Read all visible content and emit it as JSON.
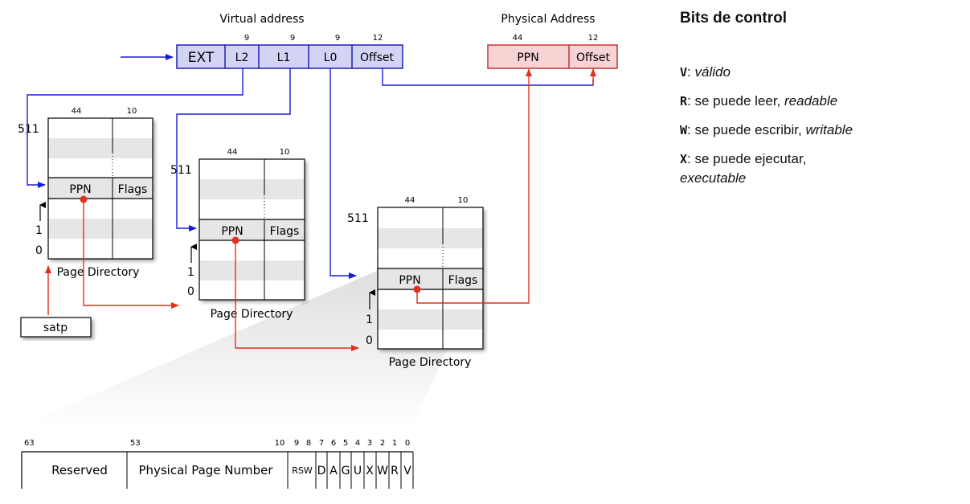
{
  "virtual_address": {
    "title": "Virtual address",
    "fields": [
      {
        "label": "EXT",
        "bits": ""
      },
      {
        "label": "L2",
        "bits": "9"
      },
      {
        "label": "L1",
        "bits": "9"
      },
      {
        "label": "L0",
        "bits": "9"
      },
      {
        "label": "Offset",
        "bits": "12"
      }
    ]
  },
  "physical_address": {
    "title": "Physical Address",
    "fields": [
      {
        "label": "PPN",
        "bits": "44"
      },
      {
        "label": "Offset",
        "bits": "12"
      }
    ]
  },
  "tables": [
    {
      "caption": "Page Directory",
      "ppn_width": "44",
      "flags_width": "10",
      "top_index": "511",
      "row_one": "1",
      "row_zero": "0",
      "entry_ppn": "PPN",
      "entry_flags": "Flags"
    },
    {
      "caption": "Page Directory",
      "ppn_width": "44",
      "flags_width": "10",
      "top_index": "511",
      "row_one": "1",
      "row_zero": "0",
      "entry_ppn": "PPN",
      "entry_flags": "Flags"
    },
    {
      "caption": "Page Directory",
      "ppn_width": "44",
      "flags_width": "10",
      "top_index": "511",
      "row_one": "1",
      "row_zero": "0",
      "entry_ppn": "PPN",
      "entry_flags": "Flags"
    }
  ],
  "satp": {
    "label": "satp"
  },
  "pte_format": {
    "bit_labels": [
      "63",
      "53",
      "10",
      "9",
      "8",
      "7",
      "6",
      "5",
      "4",
      "3",
      "2",
      "1",
      "0"
    ],
    "fields": [
      "Reserved",
      "Physical Page Number",
      "RSW",
      "D",
      "A",
      "G",
      "U",
      "X",
      "W",
      "R",
      "V"
    ]
  },
  "legend": {
    "title": "Bits de control",
    "items": [
      {
        "code": "V",
        "text": ": ",
        "italic": "válido"
      },
      {
        "code": "R",
        "text": ": se puede leer, ",
        "italic": "readable"
      },
      {
        "code": "W",
        "text": ": se puede escribir, ",
        "italic": "writable"
      },
      {
        "code": "X",
        "text": ": se puede ejecutar, ",
        "italic": "executable"
      }
    ]
  },
  "colors": {
    "virtual_fill": "#d3d3f5",
    "virtual_stroke": "#1f1fb4",
    "physical_fill": "#f7d3d3",
    "physical_stroke": "#c83232",
    "blue_arrow": "#1a1adc",
    "red_arrow": "#e03020",
    "stripe": "#e6e6e6"
  }
}
